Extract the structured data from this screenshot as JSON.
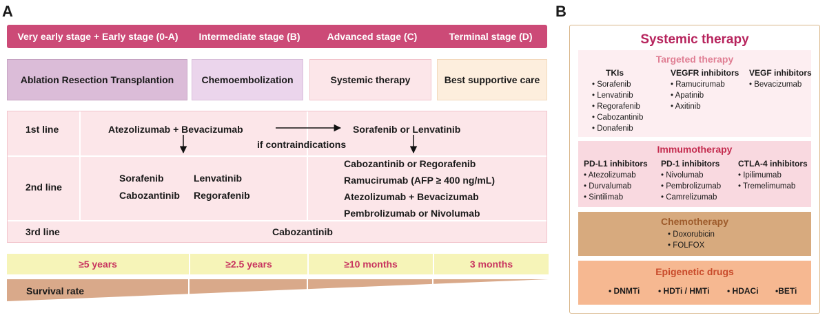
{
  "panels": {
    "a_label": "A",
    "b_label": "B"
  },
  "stages": [
    {
      "label": "Very early stage + Early stage (0-A)"
    },
    {
      "label": "Intermediate stage (B)"
    },
    {
      "label": "Advanced stage (C)"
    },
    {
      "label": "Terminal stage (D)"
    }
  ],
  "treatments": [
    {
      "label": "Ablation   Resection   Transplantion"
    },
    {
      "label": "Chemoembolization"
    },
    {
      "label": "Systemic therapy"
    },
    {
      "label": "Best supportive care"
    }
  ],
  "lines": {
    "first": {
      "label": "1st  line",
      "left": "Atezolizumab + Bevacizumab",
      "right": "Sorafenib or Lenvatinib",
      "note": "if contraindications"
    },
    "second": {
      "label": "2nd line",
      "left_items": [
        "Sorafenib",
        "Lenvatinib",
        "Cabozantinib",
        "Regorafenib"
      ],
      "right_items": [
        "Cabozantinib or Regorafenib",
        "Ramucirumab (AFP ≥ 400 ng/mL)",
        "Atezolizumab + Bevacizumab",
        "Pembrolizumab or Nivolumab"
      ]
    },
    "third": {
      "label": "3rd  line",
      "value": "Cabozantinib"
    }
  },
  "survival": {
    "values": [
      "≥5 years",
      "≥2.5 years",
      "≥10 months",
      "3 months"
    ],
    "label": "Survival rate"
  },
  "colors": {
    "stage_bar": "#cc4a77",
    "ablation": "#dbbcd8",
    "chemoembolization": "#ebd5ec",
    "systemic": "#fce6e9",
    "supportive": "#fdeedd",
    "survival_bar": "#f6f4b8",
    "survival_wedge": "#d9a98a",
    "targeted_bg": "#fdeef1",
    "immuno_bg": "#f9d9e0",
    "chemo_bg": "#d7aa7e",
    "epi_bg": "#f6b891"
  },
  "systemic": {
    "title": "Systemic therapy",
    "targeted": {
      "title": "Targeted therapy",
      "groups": [
        {
          "header": "TKIs",
          "items": [
            "Sorafenib",
            "Lenvatinib",
            "Regorafenib",
            "Cabozantinib",
            "Donafenib"
          ]
        },
        {
          "header": "VEGFR inhibitors",
          "items": [
            "Ramucirumab",
            "Apatinib",
            "Axitinib"
          ]
        },
        {
          "header": "VEGF inhibitors",
          "items": [
            "Bevacizumab"
          ]
        }
      ]
    },
    "immuno": {
      "title": "Immumotherapy",
      "groups": [
        {
          "header": "PD-L1 inhibitors",
          "items": [
            "Atezolizumab",
            "Durvalumab",
            "Sintilimab"
          ]
        },
        {
          "header": "PD-1 inhibitors",
          "items": [
            "Nivolumab",
            "Pembrolizumab",
            "Camrelizumab"
          ]
        },
        {
          "header": "CTLA-4 inhibitors",
          "items": [
            "Ipilimumab",
            "Tremelimumab"
          ]
        }
      ]
    },
    "chemo": {
      "title": "Chemotherapy",
      "items": [
        "Doxorubicin",
        "FOLFOX"
      ]
    },
    "epigenetic": {
      "title": "Epigenetic drugs",
      "items": [
        "DNMTi",
        "HDTi / HMTi",
        "HDACi",
        "•BETi"
      ]
    }
  },
  "bullet": "•"
}
